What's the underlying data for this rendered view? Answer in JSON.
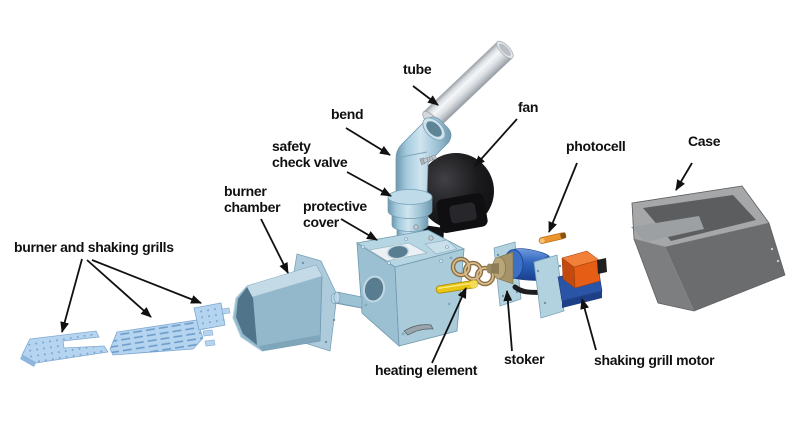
{
  "diagram": {
    "background": "#ffffff"
  },
  "labels": [
    {
      "id": "tube",
      "text": "tube"
    },
    {
      "id": "bend",
      "text": "bend"
    },
    {
      "id": "safety_check_valve",
      "text": "safety\ncheck valve"
    },
    {
      "id": "fan",
      "text": "fan"
    },
    {
      "id": "protective_cover",
      "text": "protective\ncover"
    },
    {
      "id": "burner_chamber",
      "text": "burner\nchamber"
    },
    {
      "id": "burner_and_shaking_grills",
      "text": "burner and shaking grills"
    },
    {
      "id": "photocell",
      "text": "photocell"
    },
    {
      "id": "case",
      "text": "Case"
    },
    {
      "id": "heating_element",
      "text": "heating element"
    },
    {
      "id": "stoker",
      "text": "stoker"
    },
    {
      "id": "shaking_grill_motor",
      "text": "shaking grill motor"
    }
  ],
  "colors": {
    "label_text": "#101010",
    "arrow": "#111111",
    "light_blue_parts": "#a9cdde",
    "grill_blue": "#b5d4f0",
    "fan_black": "#1b1b1d",
    "tube_gray": "#e2e6e9",
    "stoker_blue": "#2d63bb",
    "motor_orange": "#e55c15",
    "photocell_orange": "#ea9530",
    "heating_element_yellow": "#e9c614",
    "auger_tan": "#c2a478",
    "case_gray": "#8f9092"
  }
}
